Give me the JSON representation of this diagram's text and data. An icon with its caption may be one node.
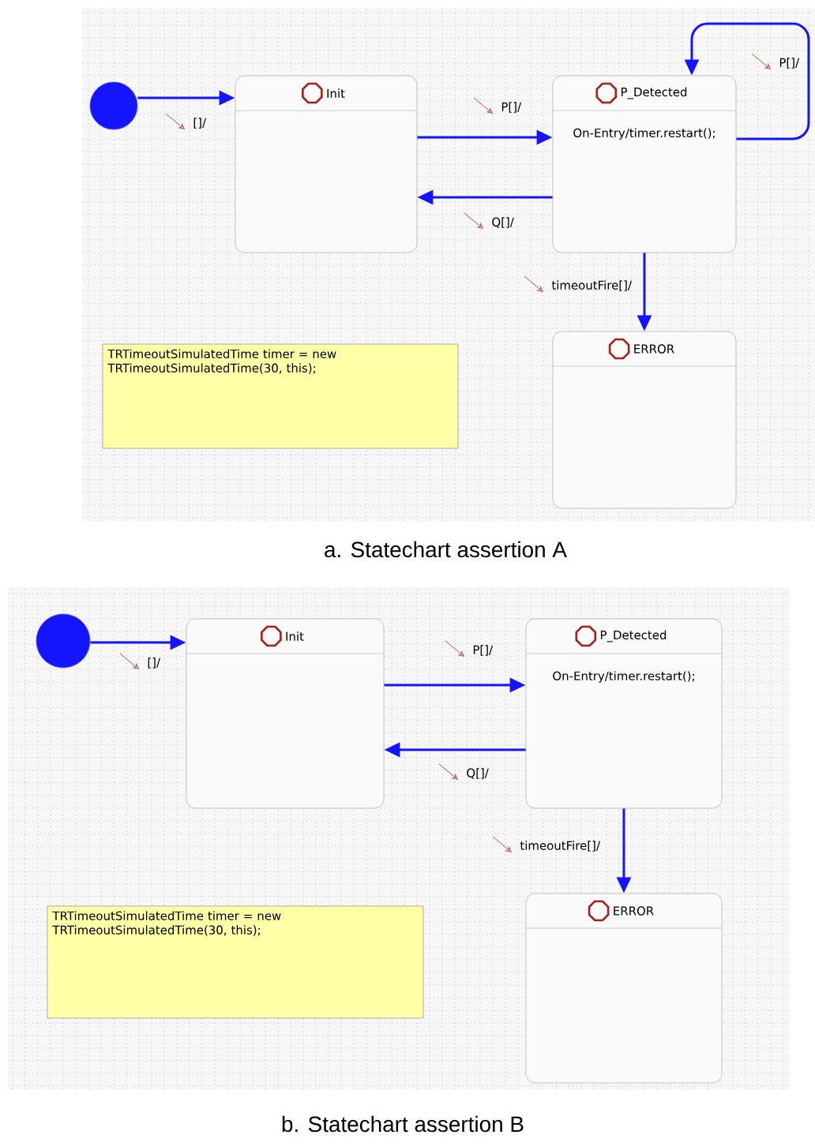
{
  "diagram": {
    "nodes": [
      {
        "text": [],
        "shape": "circle"
      },
      {
        "text": [
          "Init"
        ]
      },
      {
        "text": [
          "P_Detected",
          "On-Entry/timer.restart();"
        ]
      },
      {
        "text": [
          "ERROR"
        ]
      },
      {
        "text": [
          "TRTimeoutSimulatedTime timer = new TRTimeoutSimulatedTime(30, this);"
        ]
      },
      {
        "text": [],
        "shape": "circle"
      },
      {
        "text": [
          "Init"
        ]
      },
      {
        "text": [
          "P_Detected",
          "On-Entry/timer.restart();"
        ]
      },
      {
        "text": [
          "ERROR"
        ]
      },
      {
        "text": [
          "TRTimeoutSimulatedTime timer = new TRTimeoutSimulatedTime(30, this);"
        ]
      }
    ],
    "edges": [
      {
        "from": 0,
        "to": 1,
        "arrow": "to",
        "label": "[]/"
      },
      {
        "from": 1,
        "to": 2,
        "arrow": "to",
        "label": "P[]/"
      },
      {
        "from": 2,
        "to": 1,
        "arrow": "to",
        "label": "Q[]/"
      },
      {
        "from": 2,
        "to": 2,
        "arrow": "to",
        "label": "P[]/"
      },
      {
        "from": 2,
        "to": 3,
        "arrow": "to",
        "label": "timeoutFire[]/"
      },
      {
        "from": 5,
        "to": 6,
        "arrow": "to",
        "label": "[]/"
      },
      {
        "from": 6,
        "to": 7,
        "arrow": "to",
        "label": "P[]/"
      },
      {
        "from": 7,
        "to": 6,
        "arrow": "to",
        "label": "Q[]/"
      },
      {
        "from": 7,
        "to": 8,
        "arrow": "to",
        "label": "timeoutFire[]/"
      }
    ],
    "labels": [
      "a. Statechart assertion A",
      "b. Statechart assertion B"
    ]
  }
}
